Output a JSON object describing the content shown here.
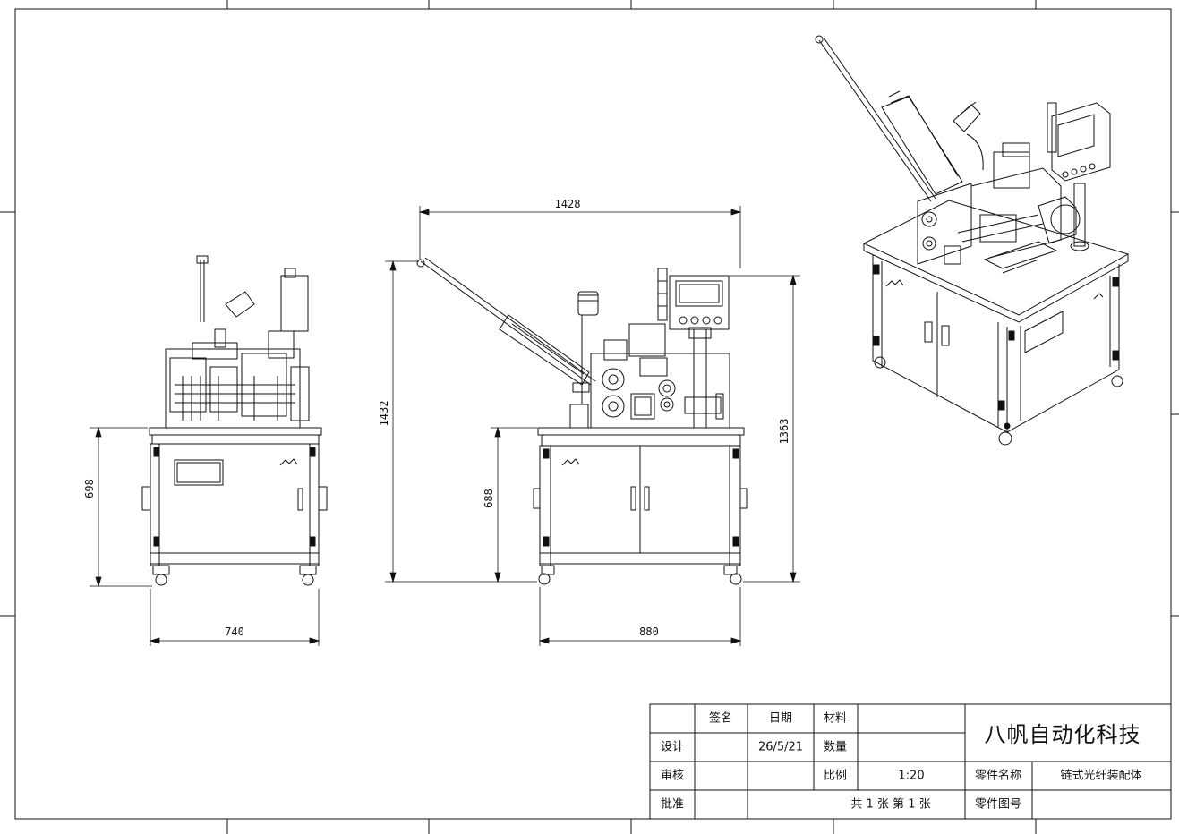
{
  "dimensions": {
    "left_height": "698",
    "left_width": "740",
    "front_total_width": "1428",
    "front_total_height": "1432",
    "front_cabinet_height": "688",
    "front_width": "880",
    "front_top_height": "1363"
  },
  "title_block": {
    "company": "八帆自动化科技",
    "hdr_sign": "签名",
    "hdr_date": "日期",
    "hdr_material": "材料",
    "design": "设计",
    "design_date": "26/5/21",
    "quantity": "数量",
    "review": "审核",
    "scale_label": "比例",
    "scale_value": "1:20",
    "part_name_label": "零件名称",
    "part_name_value": "链式光纤装配体",
    "approve": "批准",
    "sheet_info": "共 1 张   第 1 张",
    "part_no_label": "零件图号"
  }
}
